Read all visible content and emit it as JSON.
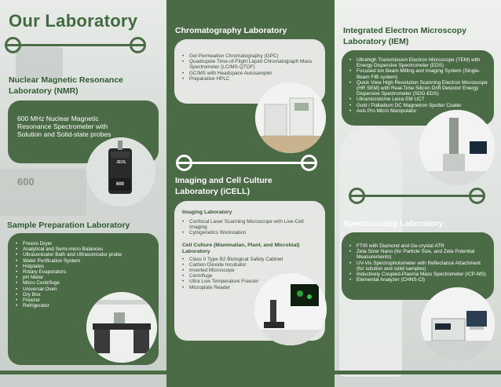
{
  "panel1": {
    "title": "Our Laboratory",
    "nmr_heading": "Nuclear Magnetic Resonance Laboratory (NMR)",
    "nmr_text": "600 MHz Nuclear Magnetic Resonance Spectrometer with Solution and Solid-state probes",
    "nmr_logo": "JEOL",
    "nmr_label": "600",
    "bg_label": "600",
    "prep_heading": "Sample Preparation Laboratory",
    "prep_items": [
      "Freeze Dryer",
      "Analytical and Semi-micro Balances",
      "Ultrasonicator Bath and Ultrasonicator probe",
      "Water Purification System",
      "Hotplates",
      "Rotary Evaporators",
      "pH Meter",
      "Micro Centrifuge",
      "Universal Oven",
      "Dry Box",
      "Freezer",
      "Refrigerator"
    ]
  },
  "panel2": {
    "chrom_heading": "Chromatography Laboratory",
    "chrom_items": [
      "Gel Permeation Chromatography (GPC)",
      "Quadrupole Time-of-Flight Liquid Chromatograph Mass Spectrometer (LC/MS-QTOF)",
      "GC/MS with Headspace Autosampler",
      "Preparative HPLC"
    ],
    "icell_heading": "Imaging and Cell Culture Laboratory (iCELL)",
    "imaging_subhead": "Imaging Laboratory",
    "imaging_items": [
      "Confocal Laser Scanning Microscope with Live-Cell Imaging",
      "Cytogenetics Workstation"
    ],
    "culture_subhead": "Cell Culture (Mammalian, Plant, and Microbial) Laboratory",
    "culture_items": [
      "Class II Type B2 Biological Safety Cabinet",
      "Carbon Dioxide Incubator",
      "Inverted Microscope",
      "Centrifuge",
      "Ultra Low Temperature Freezer",
      "Microplate Reader"
    ]
  },
  "panel3": {
    "iem_heading": "Integrated Electron Microscopy Laboratory (IEM)",
    "iem_items": [
      "Ultrahigh Transmission Electron Microscope (TEM) with Energy Dispersive Spectrometer (EDS)",
      "Focused Ion Beam Milling and Imaging System (Single-Beam FIB system)",
      "Quick View High Resolution Scanning Electron Microscope (HR SEM) with Real-Time Silicon Drift Detector Energy Dispersive Spectrometer (SDD-EDS)",
      "Ultramicrotome Leica EM UC7",
      "Gold / Palladium DC Magnetron Sputter Coater",
      "Axis Pro Micro Manipulator"
    ],
    "spec_heading": "Spectroscopy Laboratory",
    "spec_items": [
      "FTIR with Diamond and Ge-crystal ATR",
      "Zeta Sizer Nano (for Particle Size, and Zeta Potential Measurements)",
      "UV-Vis Spectrophotometer with Reflectance Attachment (for solution and solid samples)",
      "Inductively Coupled-Plasma Mass Spectrometer (ICP-MS)",
      "Elemental Analyzer (CHNS-Cl)"
    ]
  },
  "colors": {
    "brand_green": "#4a6b45",
    "title_green": "#3f6b3f",
    "card_light": "#e6e7e4"
  }
}
